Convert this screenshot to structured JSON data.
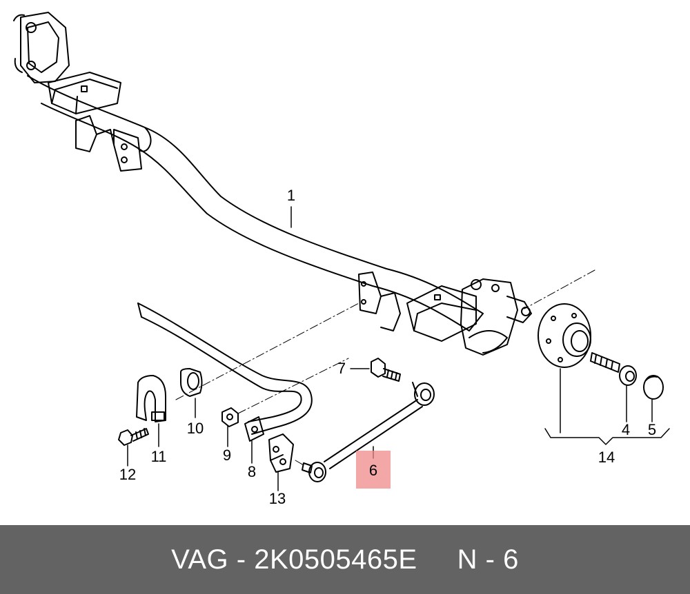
{
  "diagram": {
    "labels": {
      "axle": "1",
      "cap": "5",
      "bolt_hub": "4",
      "link": "6",
      "bolt_link": "7",
      "bracket": "8",
      "nut": "9",
      "bushing": "10",
      "clamp": "11",
      "bolt_clamp": "12",
      "clip": "13",
      "hub_group": "14"
    },
    "highlighted_part": "6",
    "highlight_color": "#f08a8a",
    "line_color": "#000000"
  },
  "footer": {
    "brand": "VAG",
    "separator": "-",
    "part_number": "2K0505465E",
    "note": "N - 6",
    "background": "#636363",
    "text_color": "#ffffff"
  }
}
